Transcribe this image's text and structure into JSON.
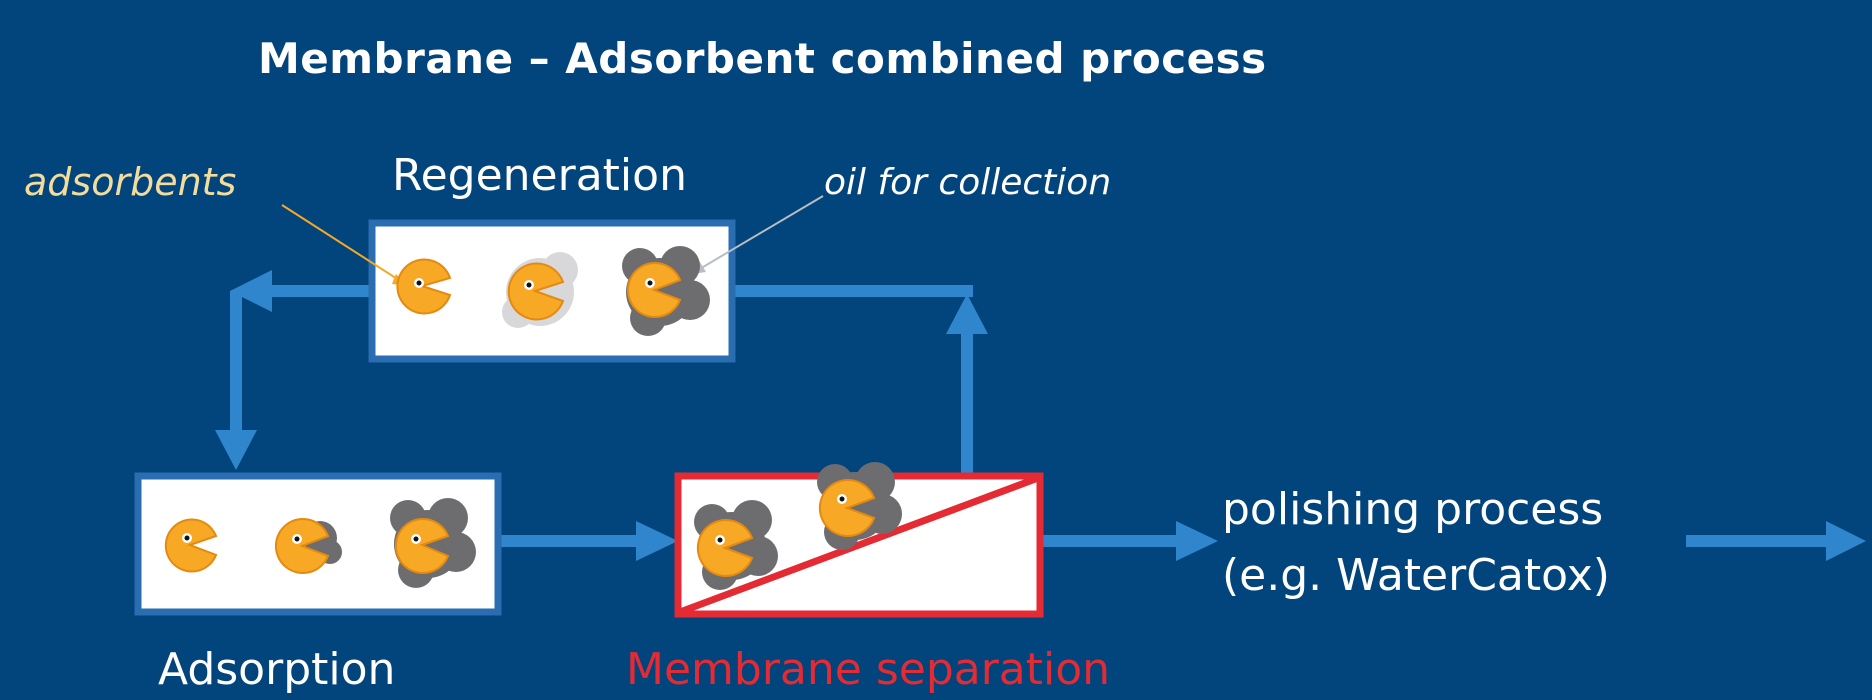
{
  "title": "Membrane – Adsorbent combined process",
  "labels": {
    "adsorbents": "adsorbents",
    "regeneration": "Regeneration",
    "oil_for_collection": "oil for collection",
    "adsorption": "Adsorption",
    "membrane_separation": "Membrane separation",
    "polishing_line1": "polishing process",
    "polishing_line2": "(e.g. WaterCatox)"
  },
  "colors": {
    "background": "#02447c",
    "arrow": "#2f86cc",
    "box_border": "#2a6db0",
    "membrane_border": "#e42a33",
    "adsorbent": "#f7a824",
    "oil": "#6d6d6f",
    "annotation_yellow": "#f4dc9c",
    "annotation_white": "#ffffff"
  },
  "icons": {
    "adsorbent": "pacman-icon",
    "oil": "oil-blob-icon"
  }
}
